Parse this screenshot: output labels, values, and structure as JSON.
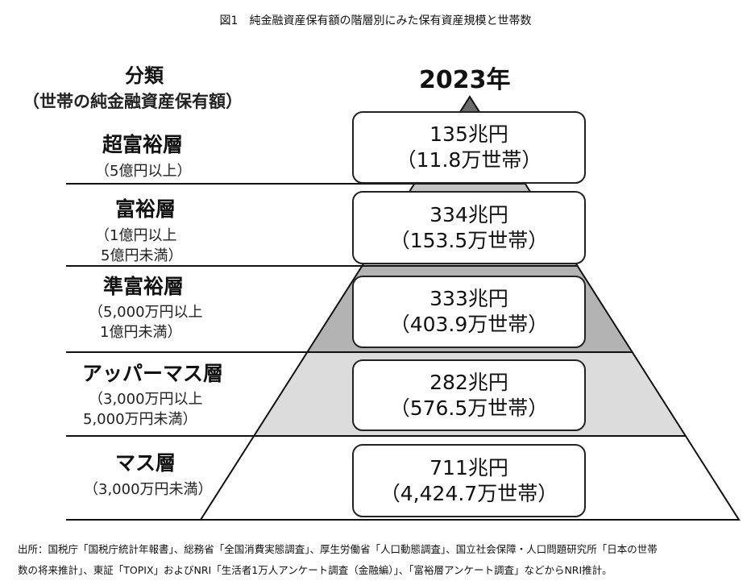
{
  "title": "図1　純金融資産保有額の階層別にみた保有資産規模と世帯数",
  "header": {
    "category": "分類",
    "category_sub": "（世帯の純金融資産保有額）",
    "year": "2023年"
  },
  "tiers": [
    {
      "name": "超富裕層",
      "range": [
        "（5億円以上）"
      ],
      "assets": "135兆円",
      "households": "（11.8万世帯）",
      "color": "#6b6b6b"
    },
    {
      "name": "富裕層",
      "range": [
        "（1億円以上",
        "5億円未満）"
      ],
      "assets": "334兆円",
      "households": "（153.5万世帯）",
      "color": "#c4c4c4"
    },
    {
      "name": "準富裕層",
      "range": [
        "（5,000万円以上",
        "1億円未満）"
      ],
      "assets": "333兆円",
      "households": "（403.9万世帯）",
      "color": "#b3b3b3"
    },
    {
      "name": "アッパーマス層",
      "range": [
        "（3,000万円以上",
        "5,000万円未満）"
      ],
      "assets": "282兆円",
      "households": "（576.5万世帯）",
      "color": "#dcdcdc"
    },
    {
      "name": "マス層",
      "range": [
        "（3,000万円未満）"
      ],
      "assets": "711兆円",
      "households": "（4,424.7万世帯）",
      "color": "#ffffff"
    }
  ],
  "source": [
    "出所：国税庁「国税庁統計年報書」、総務省「全国消費実態調査」、厚生労働省「人口動態調査」、国立社会保障・人口問題研究所「日本の世帯",
    "数の将来推計」、東証「TOPIX」およびNRI「生活者1万人アンケート調査（金融編）」、「富裕層アンケート調査」などからNRI推計。"
  ]
}
